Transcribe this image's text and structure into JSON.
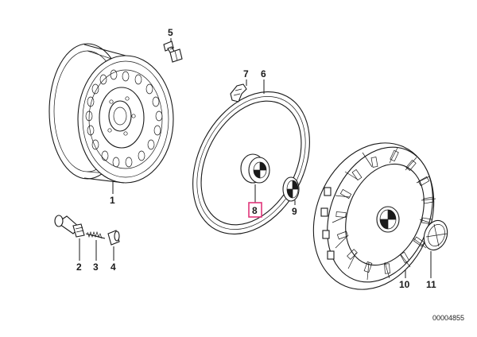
{
  "diagram": {
    "parts": [
      {
        "id": "1",
        "label": "1"
      },
      {
        "id": "2",
        "label": "2"
      },
      {
        "id": "3",
        "label": "3"
      },
      {
        "id": "4",
        "label": "4"
      },
      {
        "id": "5",
        "label": "5"
      },
      {
        "id": "6",
        "label": "6"
      },
      {
        "id": "7",
        "label": "7"
      },
      {
        "id": "8",
        "label": "8",
        "highlighted": true
      },
      {
        "id": "9",
        "label": "9"
      },
      {
        "id": "10",
        "label": "10"
      },
      {
        "id": "11",
        "label": "11"
      }
    ],
    "diagram_code": "00004855",
    "highlight_color": "#e0357a"
  }
}
